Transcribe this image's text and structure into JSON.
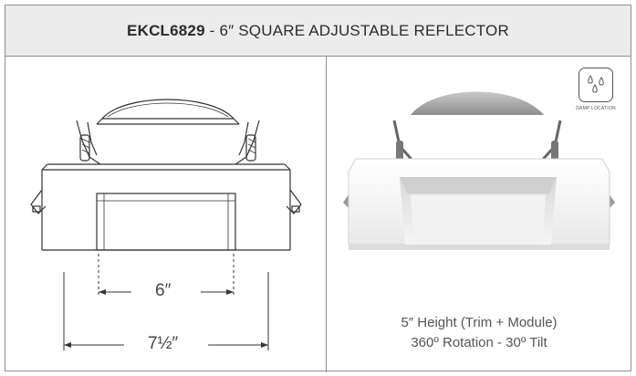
{
  "header": {
    "code": "EKCL6829",
    "separator": " - ",
    "title": "6″ SQUARE ADJUSTABLE REFLECTOR"
  },
  "drawing": {
    "inner_dimension": "6″",
    "outer_dimension": "7½″"
  },
  "badge": {
    "icon": "water-drops-icon",
    "label": "DAMP LOCATION"
  },
  "specs": {
    "height": "5″ Height (Trim + Module)",
    "rotation": "360º Rotation - 30º Tilt"
  }
}
